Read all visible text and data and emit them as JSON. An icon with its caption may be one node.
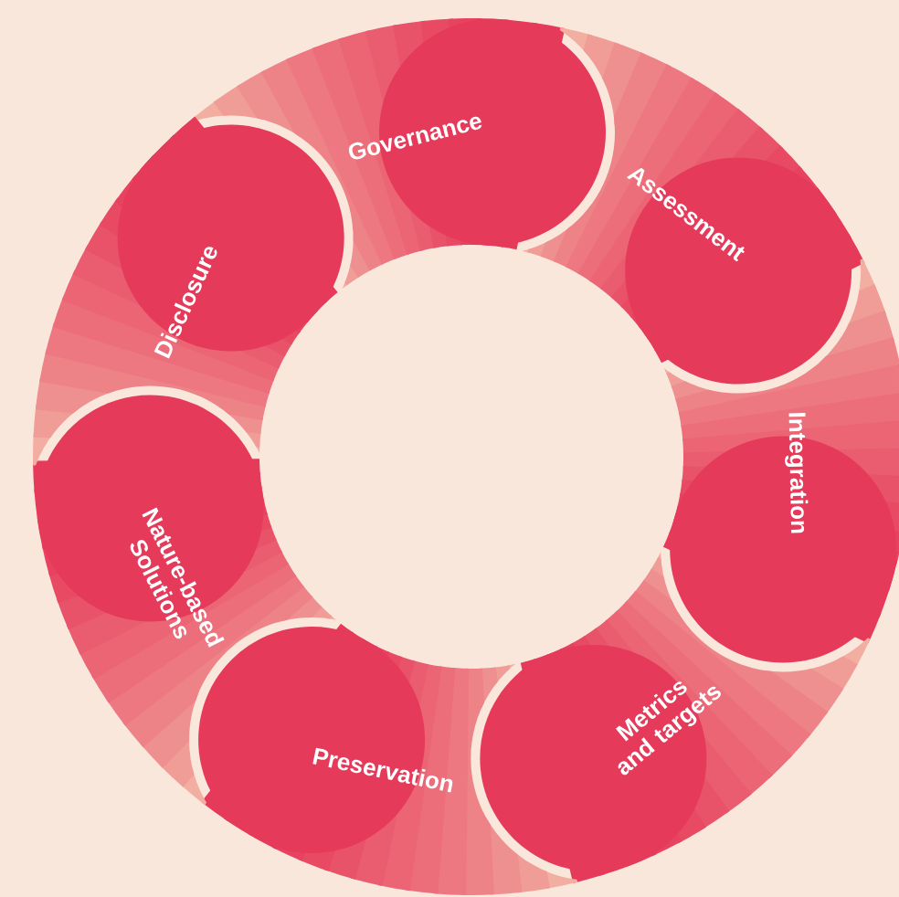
{
  "diagram": {
    "nodes": [
      {
        "text": [
          "Governance"
        ]
      },
      {
        "text": [
          "Assessment"
        ]
      },
      {
        "text": [
          "Integration"
        ]
      },
      {
        "text": [
          "Metrics and targets"
        ]
      },
      {
        "text": [
          "Preservation"
        ]
      },
      {
        "text": [
          "Nature-based Solutions"
        ]
      },
      {
        "text": [
          "Disclosure"
        ]
      }
    ]
  }
}
